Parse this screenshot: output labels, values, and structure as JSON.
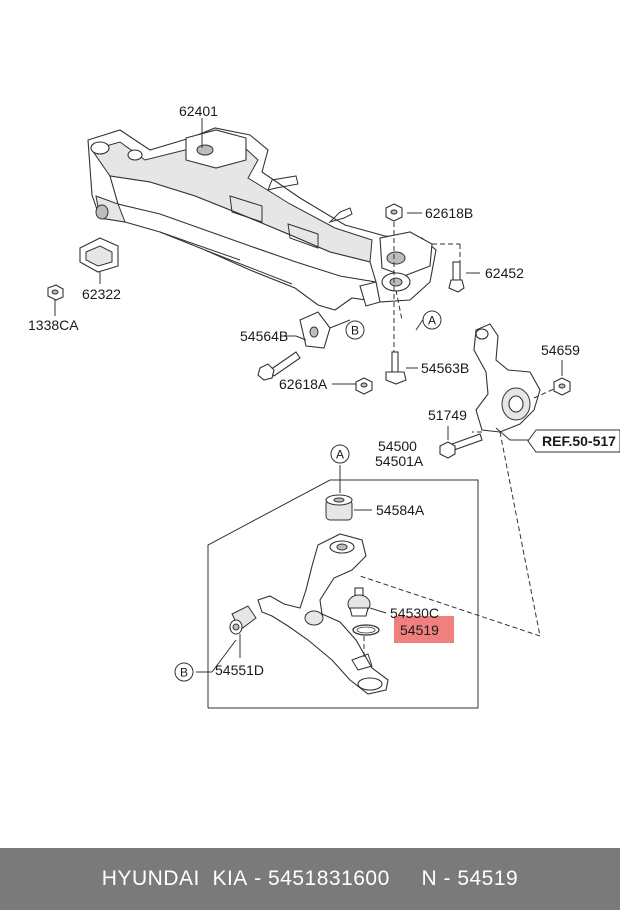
{
  "labels": {
    "p62401": "62401",
    "p62618B": "62618B",
    "p62452": "62452",
    "p62322": "62322",
    "p1338CA": "1338CA",
    "p54564B": "54564B",
    "p62618A": "62618A",
    "p54563B": "54563B",
    "p54659": "54659",
    "p51749": "51749",
    "ref": "REF.50-517",
    "p54500": "54500",
    "p54501A": "54501A",
    "p54584A": "54584A",
    "p54530C": "54530C",
    "p54519": "54519",
    "p54551D": "54551D"
  },
  "callouts": {
    "a": "A",
    "b": "B"
  },
  "highlight_color": "#f08080",
  "footer": {
    "brand": "HYUNDAI  KIA",
    "sep1": " - ",
    "part_number": "5451831600",
    "gap": "     ",
    "n_label": "N",
    "sep2": " - ",
    "n_value": "54519"
  }
}
